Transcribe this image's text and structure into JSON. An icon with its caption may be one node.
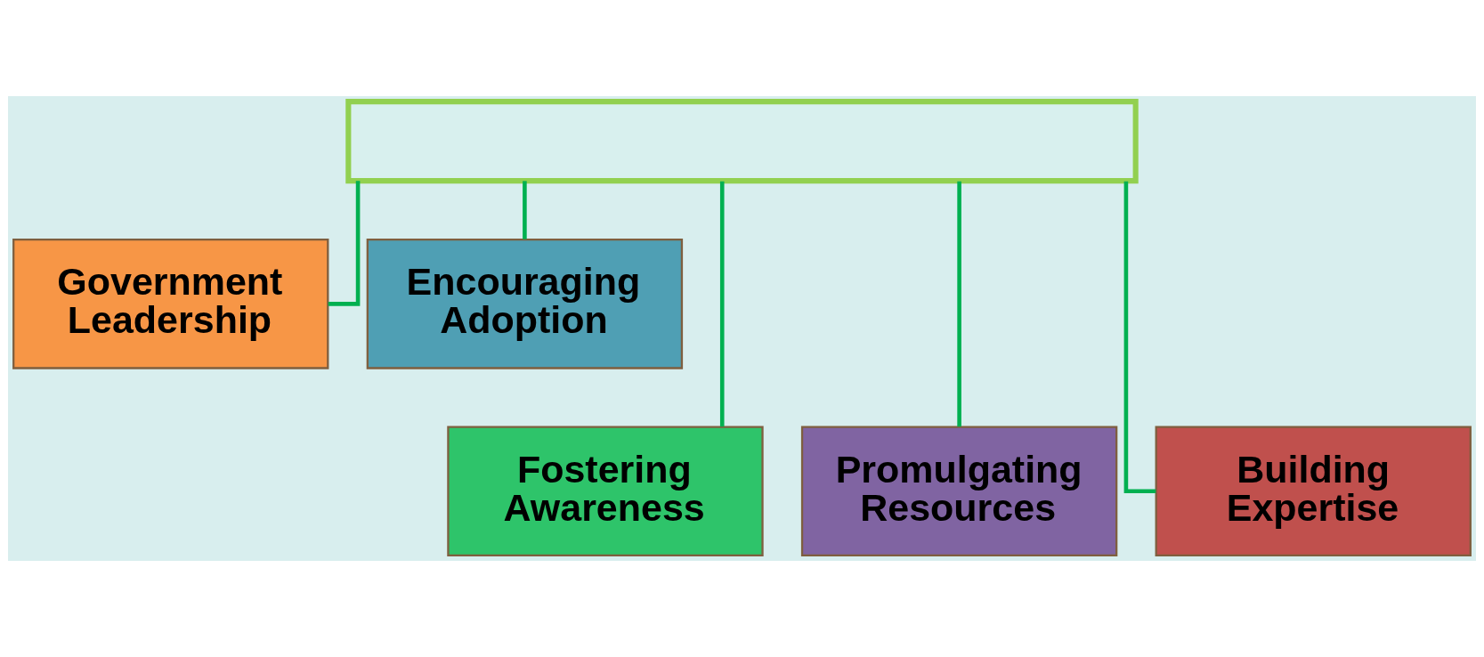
{
  "diagram": {
    "nodes": [
      {
        "text": [],
        "shape": "box"
      },
      {
        "text": [
          "Government Leadership"
        ]
      },
      {
        "text": [
          "Encouraging Adoption"
        ]
      },
      {
        "text": [
          "Fostering Awareness"
        ]
      },
      {
        "text": [
          "Promulgating Resources"
        ]
      },
      {
        "text": [
          "Building Expertise"
        ]
      }
    ],
    "edges": [
      {
        "from": 0,
        "to": 1,
        "arrow": "none",
        "color": "#00b050"
      },
      {
        "from": 0,
        "to": 2,
        "arrow": "none",
        "color": "#00b050"
      },
      {
        "from": 0,
        "to": 3,
        "arrow": "none",
        "color": "#00b050"
      },
      {
        "from": 0,
        "to": 4,
        "arrow": "none",
        "color": "#00b050"
      },
      {
        "from": 0,
        "to": 5,
        "arrow": "none",
        "color": "#00b050"
      }
    ]
  }
}
